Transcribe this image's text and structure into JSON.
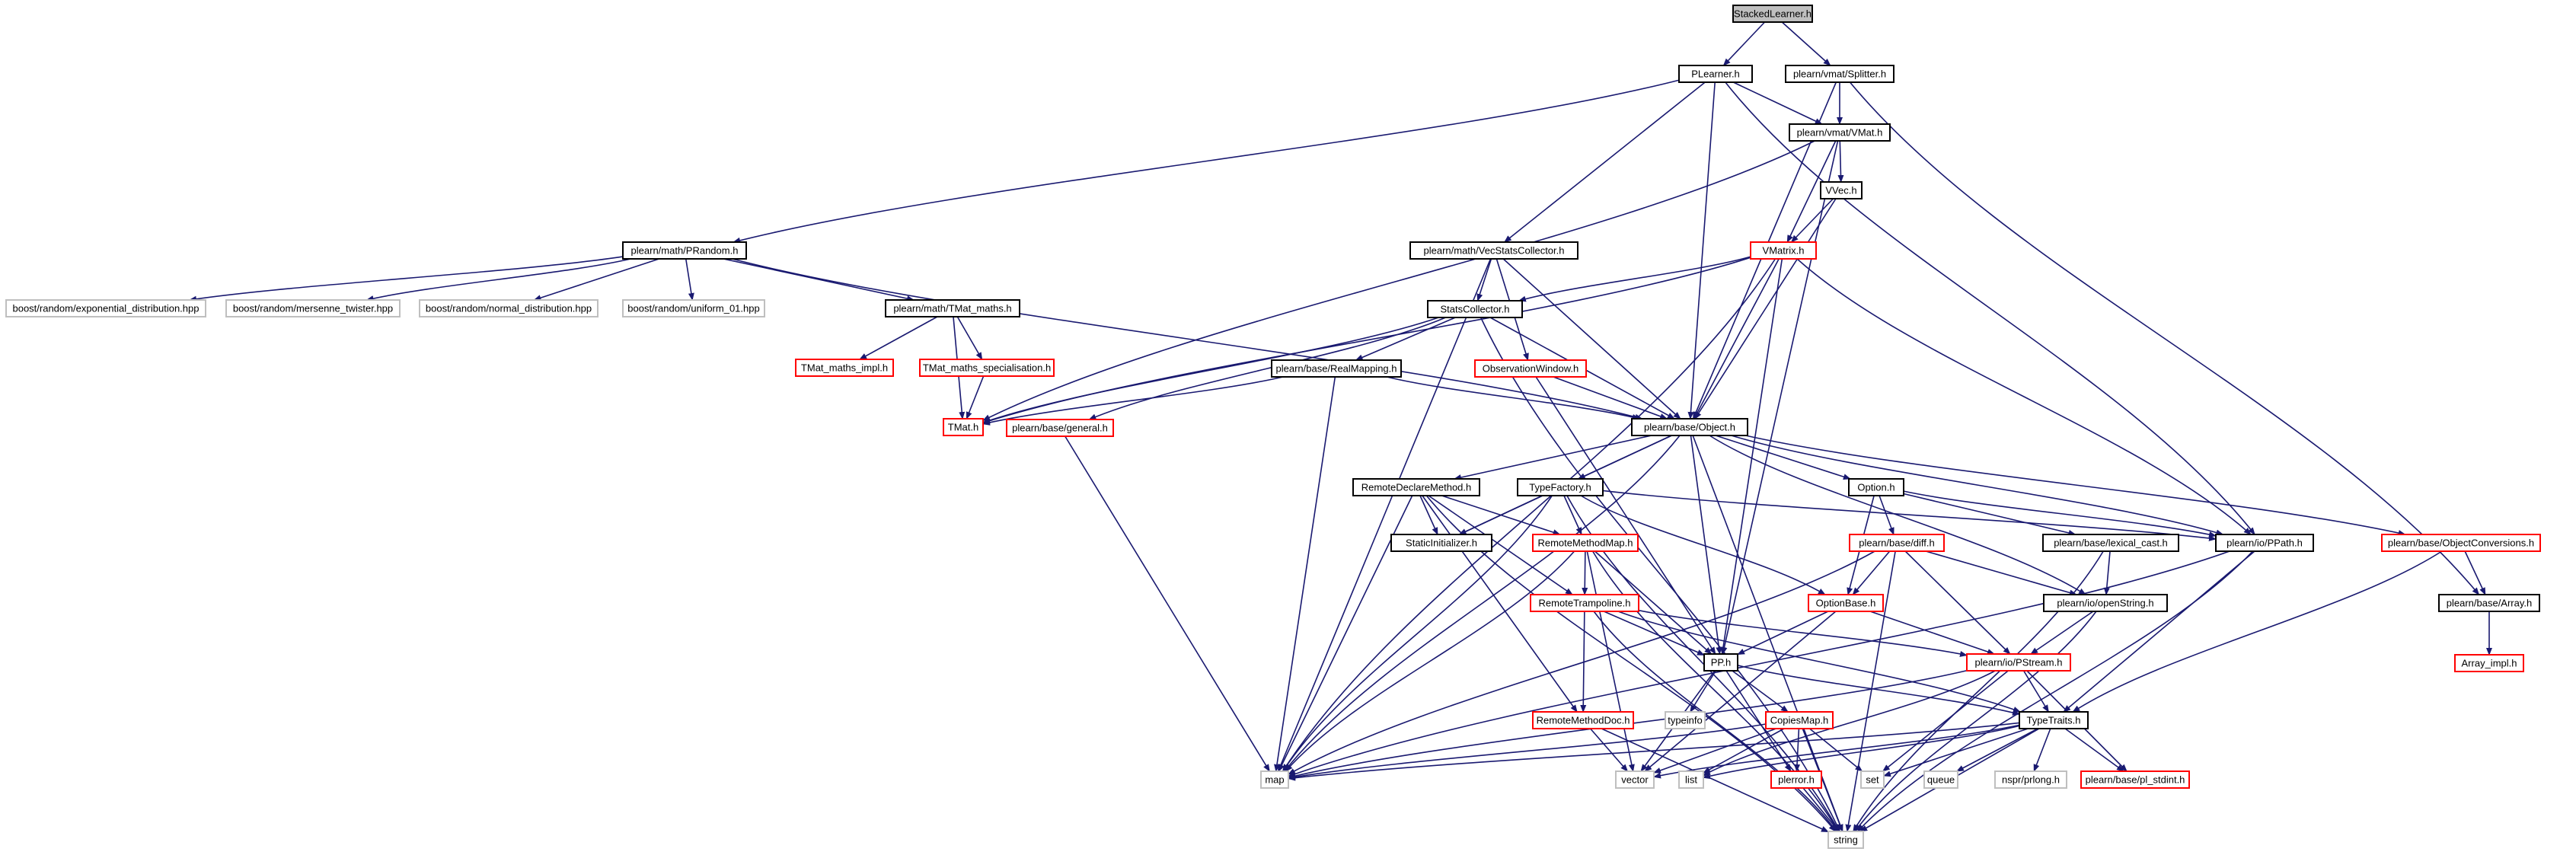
{
  "title": "StackedLearner.h",
  "colors": {
    "edge": "#191970",
    "box_normal": "#000000",
    "box_truncated": "#ff0000",
    "box_external": "#bfbfbf",
    "box_root_fill": "#bfbfbf",
    "text": "#000000",
    "text_external": "#000000"
  },
  "nodes": [
    {
      "id": "stackedlearner",
      "label": "StackedLearner.h",
      "kind": "root"
    },
    {
      "id": "plearner",
      "label": "PLearner.h",
      "kind": "normal"
    },
    {
      "id": "splitter",
      "label": "plearn/vmat/Splitter.h",
      "kind": "normal"
    },
    {
      "id": "vmat",
      "label": "plearn/vmat/VMat.h",
      "kind": "normal"
    },
    {
      "id": "vvec",
      "label": "VVec.h",
      "kind": "normal"
    },
    {
      "id": "vmatrix",
      "label": "VMatrix.h",
      "kind": "truncated"
    },
    {
      "id": "prandom",
      "label": "plearn/math/PRandom.h",
      "kind": "normal"
    },
    {
      "id": "vecstats",
      "label": "plearn/math/VecStatsCollector.h",
      "kind": "normal"
    },
    {
      "id": "statscollector",
      "label": "StatsCollector.h",
      "kind": "normal"
    },
    {
      "id": "boost_exp",
      "label": "boost/random/exponential_distribution.hpp",
      "kind": "external"
    },
    {
      "id": "boost_mt",
      "label": "boost/random/mersenne_twister.hpp",
      "kind": "external"
    },
    {
      "id": "boost_norm",
      "label": "boost/random/normal_distribution.hpp",
      "kind": "external"
    },
    {
      "id": "boost_uni",
      "label": "boost/random/uniform_01.hpp",
      "kind": "external"
    },
    {
      "id": "tmatmaths",
      "label": "plearn/math/TMat_maths.h",
      "kind": "normal"
    },
    {
      "id": "tmatmathsimpl",
      "label": "TMat_maths_impl.h",
      "kind": "truncated"
    },
    {
      "id": "tmatmathsspec",
      "label": "TMat_maths_specialisation.h",
      "kind": "truncated"
    },
    {
      "id": "tmat",
      "label": "TMat.h",
      "kind": "truncated"
    },
    {
      "id": "realmapping",
      "label": "plearn/base/RealMapping.h",
      "kind": "normal"
    },
    {
      "id": "general",
      "label": "plearn/base/general.h",
      "kind": "truncated"
    },
    {
      "id": "obswindow",
      "label": "ObservationWindow.h",
      "kind": "truncated"
    },
    {
      "id": "object",
      "label": "plearn/base/Object.h",
      "kind": "normal"
    },
    {
      "id": "remotedecl",
      "label": "RemoteDeclareMethod.h",
      "kind": "normal"
    },
    {
      "id": "typefactory",
      "label": "TypeFactory.h",
      "kind": "normal"
    },
    {
      "id": "option",
      "label": "Option.h",
      "kind": "normal"
    },
    {
      "id": "staticinit",
      "label": "StaticInitializer.h",
      "kind": "normal"
    },
    {
      "id": "remotemethodmap",
      "label": "RemoteMethodMap.h",
      "kind": "truncated"
    },
    {
      "id": "diff",
      "label": "plearn/base/diff.h",
      "kind": "truncated"
    },
    {
      "id": "lexicalcast",
      "label": "plearn/base/lexical_cast.h",
      "kind": "normal"
    },
    {
      "id": "ppath",
      "label": "plearn/io/PPath.h",
      "kind": "normal"
    },
    {
      "id": "objconv",
      "label": "plearn/base/ObjectConversions.h",
      "kind": "truncated"
    },
    {
      "id": "remotetramp",
      "label": "RemoteTrampoline.h",
      "kind": "truncated"
    },
    {
      "id": "optionbase",
      "label": "OptionBase.h",
      "kind": "truncated"
    },
    {
      "id": "openstring",
      "label": "plearn/io/openString.h",
      "kind": "normal"
    },
    {
      "id": "array",
      "label": "plearn/base/Array.h",
      "kind": "normal"
    },
    {
      "id": "arrayimpl",
      "label": "Array_impl.h",
      "kind": "truncated"
    },
    {
      "id": "pp",
      "label": "PP.h",
      "kind": "normal"
    },
    {
      "id": "pstream",
      "label": "plearn/io/PStream.h",
      "kind": "truncated"
    },
    {
      "id": "typeinfo",
      "label": "typeinfo",
      "kind": "external"
    },
    {
      "id": "copiesmap",
      "label": "CopiesMap.h",
      "kind": "truncated"
    },
    {
      "id": "remotemethoddoc",
      "label": "RemoteMethodDoc.h",
      "kind": "truncated"
    },
    {
      "id": "typetraits",
      "label": "TypeTraits.h",
      "kind": "normal"
    },
    {
      "id": "map",
      "label": "map",
      "kind": "external"
    },
    {
      "id": "vector",
      "label": "vector",
      "kind": "external"
    },
    {
      "id": "list",
      "label": "list",
      "kind": "external"
    },
    {
      "id": "plerror",
      "label": "plerror.h",
      "kind": "truncated"
    },
    {
      "id": "set",
      "label": "set",
      "kind": "external"
    },
    {
      "id": "queue",
      "label": "queue",
      "kind": "external"
    },
    {
      "id": "nsprlong",
      "label": "nspr/prlong.h",
      "kind": "external"
    },
    {
      "id": "plstdint",
      "label": "plearn/base/pl_stdint.h",
      "kind": "truncated"
    },
    {
      "id": "string",
      "label": "string",
      "kind": "external"
    }
  ],
  "edges": [
    [
      "stackedlearner",
      "plearner"
    ],
    [
      "stackedlearner",
      "splitter"
    ],
    [
      "plearner",
      "prandom"
    ],
    [
      "plearner",
      "vecstats"
    ],
    [
      "plearner",
      "vmat"
    ],
    [
      "plearner",
      "object"
    ],
    [
      "plearner",
      "ppath"
    ],
    [
      "splitter",
      "vmat"
    ],
    [
      "splitter",
      "object"
    ],
    [
      "splitter",
      "array"
    ],
    [
      "vmat",
      "vvec"
    ],
    [
      "vmat",
      "vmatrix"
    ],
    [
      "vmat",
      "tmat"
    ],
    [
      "vmat",
      "pp"
    ],
    [
      "vvec",
      "vmatrix"
    ],
    [
      "vvec",
      "object"
    ],
    [
      "vmatrix",
      "statscollector"
    ],
    [
      "vmatrix",
      "object"
    ],
    [
      "vmatrix",
      "tmat"
    ],
    [
      "vmatrix",
      "map"
    ],
    [
      "vmatrix",
      "pp"
    ],
    [
      "vmatrix",
      "ppath"
    ],
    [
      "prandom",
      "boost_exp"
    ],
    [
      "prandom",
      "boost_mt"
    ],
    [
      "prandom",
      "boost_norm"
    ],
    [
      "prandom",
      "boost_uni"
    ],
    [
      "prandom",
      "tmatmaths"
    ],
    [
      "prandom",
      "object"
    ],
    [
      "vecstats",
      "statscollector"
    ],
    [
      "vecstats",
      "obswindow"
    ],
    [
      "vecstats",
      "object"
    ],
    [
      "vecstats",
      "map"
    ],
    [
      "statscollector",
      "realmapping"
    ],
    [
      "statscollector",
      "object"
    ],
    [
      "statscollector",
      "tmat"
    ],
    [
      "statscollector",
      "general"
    ],
    [
      "statscollector",
      "string"
    ],
    [
      "tmatmaths",
      "tmatmathsimpl"
    ],
    [
      "tmatmaths",
      "tmatmathsspec"
    ],
    [
      "tmatmaths",
      "tmat"
    ],
    [
      "tmatmathsspec",
      "tmat"
    ],
    [
      "realmapping",
      "object"
    ],
    [
      "realmapping",
      "tmat"
    ],
    [
      "realmapping",
      "map"
    ],
    [
      "general",
      "map"
    ],
    [
      "obswindow",
      "object"
    ],
    [
      "obswindow",
      "pp"
    ],
    [
      "object",
      "remotedecl"
    ],
    [
      "object",
      "typefactory"
    ],
    [
      "object",
      "option"
    ],
    [
      "object",
      "staticinit"
    ],
    [
      "object",
      "ppath"
    ],
    [
      "object",
      "openstring"
    ],
    [
      "object",
      "objconv"
    ],
    [
      "object",
      "pp"
    ],
    [
      "object",
      "map"
    ],
    [
      "object",
      "string"
    ],
    [
      "remotedecl",
      "staticinit"
    ],
    [
      "remotedecl",
      "remotemethodmap"
    ],
    [
      "remotedecl",
      "remotemethoddoc"
    ],
    [
      "remotedecl",
      "remotetramp"
    ],
    [
      "remotedecl",
      "map"
    ],
    [
      "remotedecl",
      "string"
    ],
    [
      "typefactory",
      "staticinit"
    ],
    [
      "typefactory",
      "remotemethodmap"
    ],
    [
      "typefactory",
      "optionbase"
    ],
    [
      "typefactory",
      "ppath"
    ],
    [
      "typefactory",
      "map"
    ],
    [
      "typefactory",
      "string"
    ],
    [
      "option",
      "diff"
    ],
    [
      "option",
      "lexicalcast"
    ],
    [
      "option",
      "optionbase"
    ],
    [
      "option",
      "ppath"
    ],
    [
      "remotemethodmap",
      "remotetramp"
    ],
    [
      "remotemethodmap",
      "pp"
    ],
    [
      "remotemethodmap",
      "map"
    ],
    [
      "remotemethodmap",
      "string"
    ],
    [
      "remotemethodmap",
      "vector"
    ],
    [
      "diff",
      "optionbase"
    ],
    [
      "diff",
      "pstream"
    ],
    [
      "diff",
      "openstring"
    ],
    [
      "diff",
      "map"
    ],
    [
      "diff",
      "string"
    ],
    [
      "lexicalcast",
      "openstring"
    ],
    [
      "lexicalcast",
      "string"
    ],
    [
      "ppath",
      "typetraits"
    ],
    [
      "ppath",
      "map"
    ],
    [
      "ppath",
      "string"
    ],
    [
      "objconv",
      "typetraits"
    ],
    [
      "objconv",
      "array"
    ],
    [
      "remotetramp",
      "pp"
    ],
    [
      "remotetramp",
      "pstream"
    ],
    [
      "remotetramp",
      "remotemethoddoc"
    ],
    [
      "remotetramp",
      "typetraits"
    ],
    [
      "remotetramp",
      "string"
    ],
    [
      "optionbase",
      "pp"
    ],
    [
      "optionbase",
      "pstream"
    ],
    [
      "optionbase",
      "vector"
    ],
    [
      "openstring",
      "pstream"
    ],
    [
      "openstring",
      "string"
    ],
    [
      "array",
      "arrayimpl"
    ],
    [
      "pp",
      "typeinfo"
    ],
    [
      "pp",
      "copiesmap"
    ],
    [
      "pp",
      "typetraits"
    ],
    [
      "pp",
      "plerror"
    ],
    [
      "pp",
      "vector"
    ],
    [
      "pstream",
      "typetraits"
    ],
    [
      "pstream",
      "plstdint"
    ],
    [
      "pstream",
      "map"
    ],
    [
      "pstream",
      "set"
    ],
    [
      "pstream",
      "list"
    ],
    [
      "copiesmap",
      "map"
    ],
    [
      "copiesmap",
      "vector"
    ],
    [
      "copiesmap",
      "list"
    ],
    [
      "copiesmap",
      "set"
    ],
    [
      "copiesmap",
      "plerror"
    ],
    [
      "copiesmap",
      "string"
    ],
    [
      "remotemethoddoc",
      "vector"
    ],
    [
      "remotemethoddoc",
      "string"
    ],
    [
      "typetraits",
      "map"
    ],
    [
      "typetraits",
      "vector"
    ],
    [
      "typetraits",
      "list"
    ],
    [
      "typetraits",
      "set"
    ],
    [
      "typetraits",
      "queue"
    ],
    [
      "typetraits",
      "nsprlong"
    ],
    [
      "typetraits",
      "plstdint"
    ],
    [
      "typetraits",
      "string"
    ],
    [
      "plerror",
      "string"
    ]
  ]
}
